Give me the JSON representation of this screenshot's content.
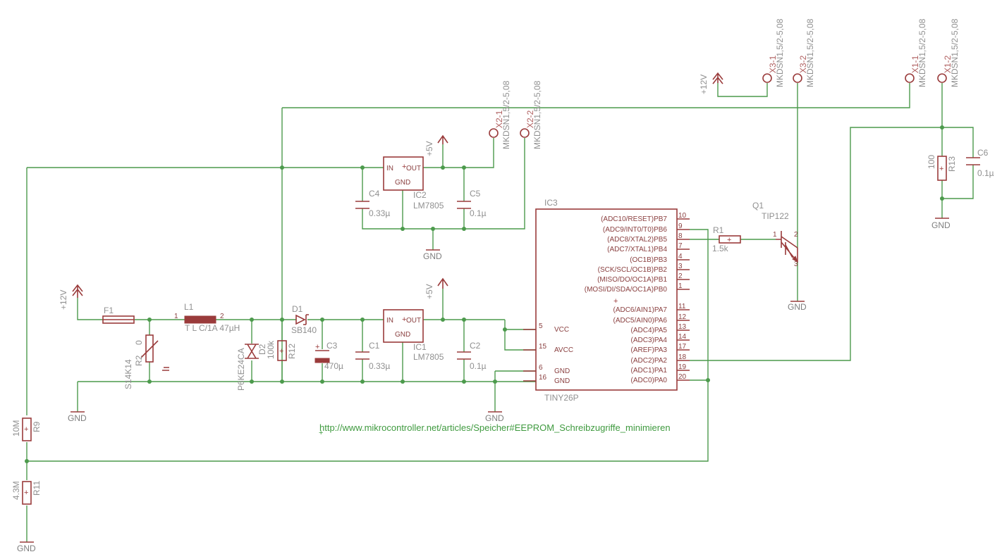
{
  "parts": {
    "IC1": {
      "name": "IC1",
      "value": "LM7805",
      "pin_in": "IN",
      "pin_out": "OUT",
      "pin_gnd": "GND"
    },
    "IC2": {
      "name": "IC2",
      "value": "LM7805",
      "pin_in": "IN",
      "pin_out": "OUT",
      "pin_gnd": "GND"
    },
    "IC3": {
      "name": "IC3",
      "value": "TINY26P",
      "pins_right": [
        {
          "label": "(ADC10/RESET)PB7",
          "num": "10"
        },
        {
          "label": "(ADC9/INT0/T0)PB6",
          "num": "9"
        },
        {
          "label": "(ADC8/XTAL2)PB5",
          "num": "8"
        },
        {
          "label": "(ADC7/XTAL1)PB4",
          "num": "7"
        },
        {
          "label": "(OC1B)PB3",
          "num": "4"
        },
        {
          "label": "(SCK/SCL/OC1B)PB2",
          "num": "3"
        },
        {
          "label": "(MISO/DO/OC1A)PB1",
          "num": "2"
        },
        {
          "label": "(MOSI/DI/SDA/OC1A)PB0",
          "num": "1"
        },
        {
          "label": "(ADC6/AIN1)PA7",
          "num": "11"
        },
        {
          "label": "(ADC5/AIN0)PA6",
          "num": "12"
        },
        {
          "label": "(ADC4)PA5",
          "num": "13"
        },
        {
          "label": "(ADC3)PA4",
          "num": "14"
        },
        {
          "label": "(AREF)PA3",
          "num": "17"
        },
        {
          "label": "(ADC2)PA2",
          "num": "18"
        },
        {
          "label": "(ADC1)PA1",
          "num": "19"
        },
        {
          "label": "(ADC0)PA0",
          "num": "20"
        }
      ],
      "pins_left": [
        {
          "label": "VCC",
          "num": "5"
        },
        {
          "label": "AVCC",
          "num": "15"
        },
        {
          "label": "GND",
          "num": "6"
        },
        {
          "label": "GND",
          "num": "16"
        }
      ]
    },
    "C1": {
      "name": "C1",
      "value": "0.33µ"
    },
    "C2": {
      "name": "C2",
      "value": "0.1µ"
    },
    "C3": {
      "name": "C3",
      "value": "470µ"
    },
    "C4": {
      "name": "C4",
      "value": "0.33µ"
    },
    "C5": {
      "name": "C5",
      "value": "0.1µ"
    },
    "C6": {
      "name": "C6",
      "value": "0.1µ"
    },
    "D1": {
      "name": "D1",
      "value": "SB140"
    },
    "D2": {
      "name": "D2",
      "value": "P6KE24CA"
    },
    "F1": {
      "name": "F1"
    },
    "L1": {
      "name": "L1",
      "value": "T L C/1A 47µH",
      "pin1": "1",
      "pin2": "2"
    },
    "R1": {
      "name": "R1",
      "value": "1.5k"
    },
    "R2": {
      "name": "R2",
      "value": "S14K14",
      "mark": "0"
    },
    "R9": {
      "name": "R9",
      "value": "10M"
    },
    "R11": {
      "name": "R11",
      "value": "4.3M"
    },
    "R12": {
      "name": "R12",
      "value": "100k"
    },
    "R13": {
      "name": "R13",
      "value": "100"
    },
    "Q1": {
      "name": "Q1",
      "value": "TIP122",
      "pin1": "1",
      "pin2": "2",
      "pin3": "3"
    },
    "X1_1": {
      "name": "X1-1",
      "value": "MKDSN1,5/2-5,08"
    },
    "X1_2": {
      "name": "X1-2",
      "value": "MKDSN1,5/2-5,08"
    },
    "X2_1": {
      "name": "X2-1",
      "value": "MKDSN1,5/2-5,08"
    },
    "X2_2": {
      "name": "X2-2",
      "value": "MKDSN1,5/2-5,08"
    },
    "X3_1": {
      "name": "X3-1",
      "value": "MKDSN1,5/2-5,08"
    },
    "X3_2": {
      "name": "X3-2",
      "value": "MKDSN1,5/2-5,08"
    }
  },
  "supplies": {
    "v12": "+12V",
    "v5": "+5V",
    "gnd": "GND"
  },
  "note": "http://www.mikrocontroller.net/articles/Speicher#EEPROM_Schreibzugriffe_minimieren",
  "colors": {
    "wire": "#4c9a4c",
    "part": "#9a3b3b",
    "label": "#909090",
    "note": "#3f9a3f"
  }
}
